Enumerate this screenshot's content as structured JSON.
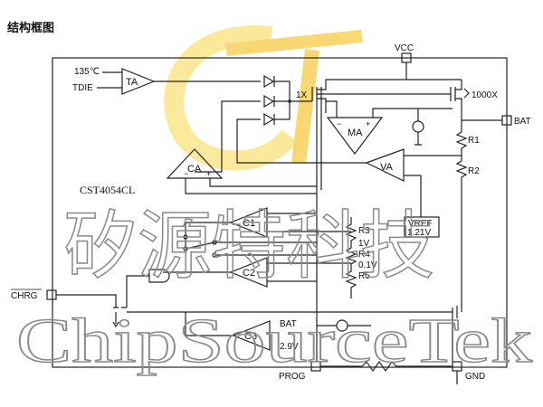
{
  "title": "结构框图",
  "part_number": "CST4054CL",
  "pins": {
    "vcc": "VCC",
    "bat": "BAT",
    "chrg": "CHRG",
    "prog": "PROG",
    "gnd": "GND"
  },
  "inputs": {
    "temp": "135℃",
    "tdie": "TDIE"
  },
  "blocks": {
    "ta": "TA",
    "ma": "MA",
    "ca": "CA",
    "va": "VA",
    "c1": "C1",
    "c2": "C2",
    "c3": "C3"
  },
  "labels": {
    "mirror_1x": "1X",
    "mirror_1000x": "1000X",
    "r1": "R1",
    "r2": "R2",
    "r3": "R3",
    "r4": "R4",
    "r5": "R5",
    "vref": "VREF",
    "vref_value": "1.21V",
    "v1": "1V",
    "v01": "0.1V",
    "c3_bat": "BAT",
    "c3_29v": "2.9V"
  },
  "watermark": {
    "chinese": "矽源特科技",
    "english": "ChipSourceTek"
  },
  "colors": {
    "logo_yellow": "#f7d84a",
    "logo_orange": "#f5b800",
    "watermark_gray": "#8a8a8a",
    "line": "#222222"
  }
}
